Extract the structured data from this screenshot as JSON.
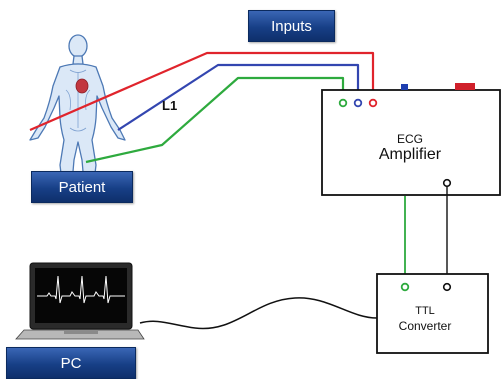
{
  "inputs_label": "Inputs",
  "patient_label": "Patient",
  "pc_label": "PC",
  "lead_label": "L1",
  "ecg_amplifier": {
    "line1": "ECG",
    "line2": "Amplifier"
  },
  "ttl_converter": {
    "line1": "TTL",
    "line2": "Converter"
  },
  "colors": {
    "banner": "#173f86",
    "lead_red": "#e0242c",
    "lead_blue": "#3346b0",
    "lead_green": "#2eaa3e",
    "body_outline": "#4d79b5",
    "heart": "#c2373f"
  },
  "icons": [
    "human-body-figure",
    "laptop-icon",
    "ecg-waveform"
  ]
}
